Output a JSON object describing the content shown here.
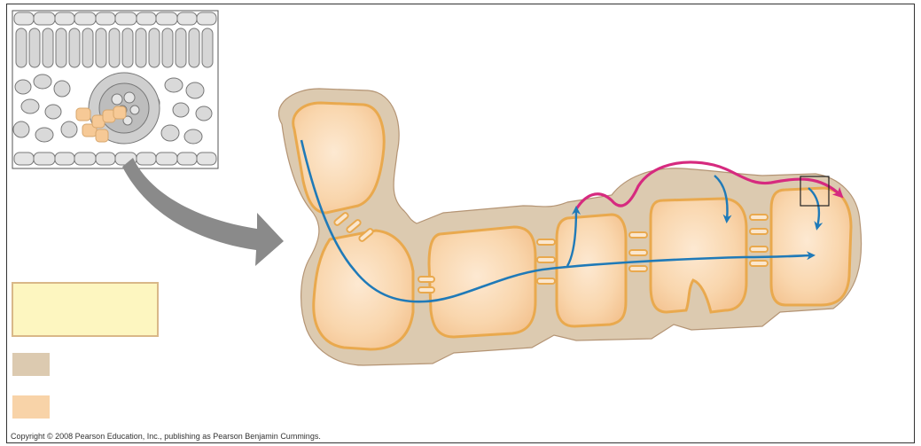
{
  "copyright": "Copyright © 2008 Pearson Education, Inc., publishing as Pearson Benjamin Cummings.",
  "legend": {
    "keys": [
      {
        "id": "label-box",
        "color": "#fdf6c0",
        "border": "#d9b888",
        "label": ""
      },
      {
        "id": "cell-wall",
        "color": "#dccab0",
        "border": "none",
        "label": ""
      },
      {
        "id": "cytoplasm",
        "color": "#f8d3a8",
        "border": "none",
        "label": ""
      }
    ]
  },
  "colors": {
    "cell_wall": "#dccab0",
    "cell_wall_edge": "#b49474",
    "cytoplasm": "#f8d3a8",
    "cytoplasm_light": "#fbe7ce",
    "plasma_membrane": "#e9a94e",
    "symplast_arrow": "#1f7ab8",
    "apoplast_arrow": "#d62a7f",
    "zoom_arrow": "#8a8a8a",
    "leaf_tissue": "#c9c9c9",
    "highlighted_cells": "#f6c996"
  },
  "icons": [
    "zoom-arrow-icon",
    "magnify-box-icon"
  ]
}
